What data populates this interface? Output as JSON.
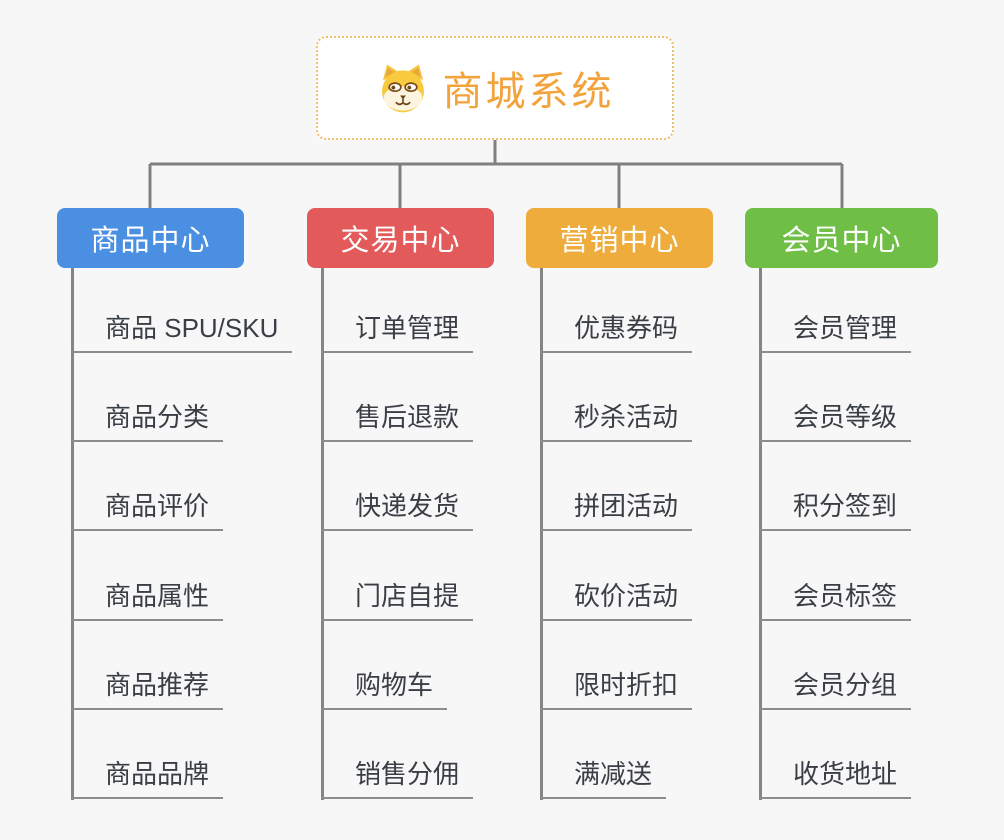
{
  "root": {
    "title": "商城系统",
    "icon": "dog-mascot-icon"
  },
  "colors": {
    "background": "#F7F7F7",
    "root_accent": "#F2A33C",
    "root_border": "#F3BE6B",
    "connector": "#808080",
    "leaf_line": "#8C8C8C",
    "leaf_text": "#3A3E45"
  },
  "branches": [
    {
      "label": "商品中心",
      "color": "#4A8FE2",
      "children": [
        "商品 SPU/SKU",
        "商品分类",
        "商品评价",
        "商品属性",
        "商品推荐",
        "商品品牌"
      ]
    },
    {
      "label": "交易中心",
      "color": "#E25A5A",
      "children": [
        "订单管理",
        "售后退款",
        "快递发货",
        "门店自提",
        "购物车",
        "销售分佣"
      ]
    },
    {
      "label": "营销中心",
      "color": "#EEAC3C",
      "children": [
        "优惠券码",
        "秒杀活动",
        "拼团活动",
        "砍价活动",
        "限时折扣",
        "满减送"
      ]
    },
    {
      "label": "会员中心",
      "color": "#6FBE45",
      "children": [
        "会员管理",
        "会员等级",
        "积分签到",
        "会员标签",
        "会员分组",
        "收货地址"
      ]
    }
  ]
}
